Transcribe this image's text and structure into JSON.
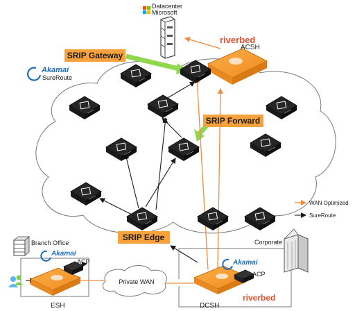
{
  "datacenter": {
    "caption": "Datacenter",
    "vendor": "Microsoft"
  },
  "brand": {
    "riverbed_top": "riverbed",
    "riverbed_bottom": "riverbed",
    "akamai_cloud": "Akamai",
    "akamai_cloud_sub": "SureRoute",
    "akamai_branch": "Akamai",
    "akamai_corporate": "Akamai"
  },
  "nodes": {
    "acsh": "ACSH",
    "esh": "ESH",
    "dcsh": "DCSH",
    "acp_branch": "ACP",
    "acp_corporate": "ACP"
  },
  "callouts": {
    "gateway": "SRIP Gateway",
    "forward": "SRIP Forward",
    "edge": "SRIP Edge"
  },
  "sites": {
    "branch": "Branch Office",
    "corporate": "Corporate",
    "private_wan": "Private WAN"
  },
  "legend": {
    "wan_optimized": "WAN Optimized",
    "sureroute": "SureRoute"
  },
  "colors": {
    "orange": "#f7941d",
    "arrow_orange": "#f08a3c",
    "green": "#8fd84f",
    "callout_fill": "#f7a23d",
    "node_dark": "#222222",
    "riverbed_red": "#e4502b",
    "akamai_blue": "#1a6fc2"
  }
}
